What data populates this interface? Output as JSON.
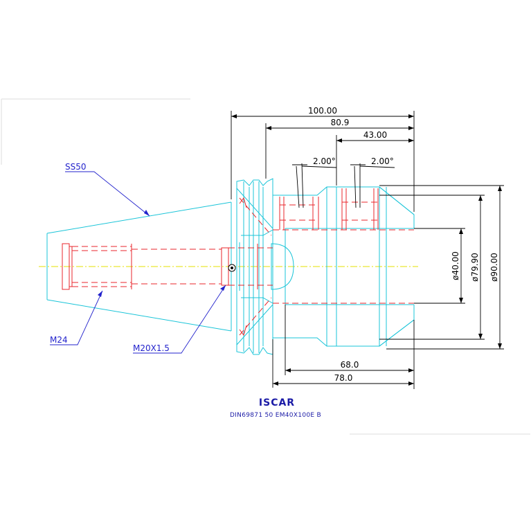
{
  "dimensions": {
    "overall_length": "100.00",
    "length_80": "80.9",
    "length_43": "43.00",
    "chamfer_left": "2.00°",
    "chamfer_right": "2.00°",
    "diameter_40": "ø40.00",
    "diameter_79": "ø79.90",
    "diameter_90": "ø90.00",
    "length_68": "68.0",
    "length_78": "78.0"
  },
  "callouts": {
    "taper": "SS50",
    "thread_rear": "M24",
    "thread_front": "M20X1.5"
  },
  "footer": {
    "logo": "ISCAR",
    "designation": "DIN69871  50  EM40X100E  B"
  },
  "colors": {
    "outline": "#19c4d8",
    "hidden": "#e8262b",
    "dimension": "#000000",
    "centerline": "#e6e000",
    "callout": "#2222cc"
  }
}
